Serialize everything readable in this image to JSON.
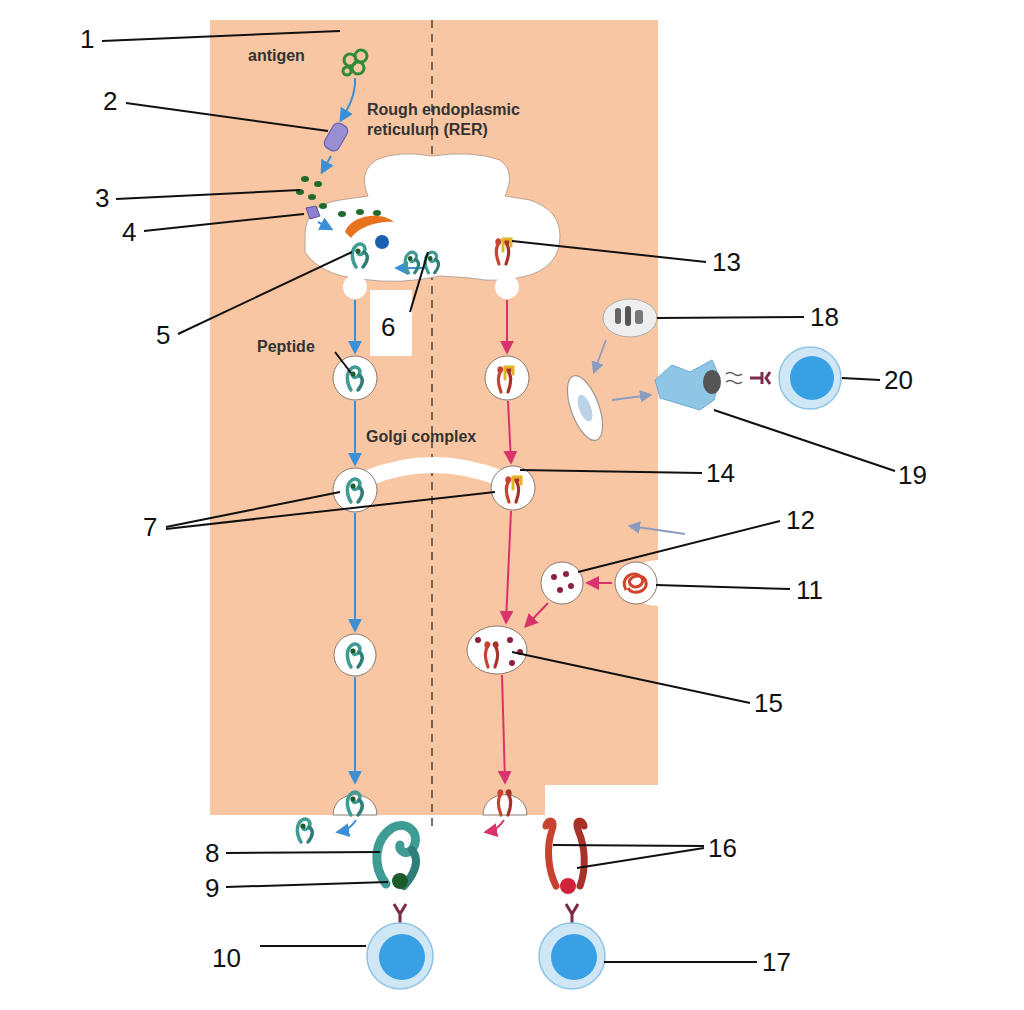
{
  "diagram": {
    "labels": [
      "1",
      "antigen",
      "2",
      "Rough endoplasmic reticulum (RER)",
      "3",
      "4",
      "13",
      "5",
      "6",
      "18",
      "Peptide",
      "20",
      "Golgi complex",
      "14",
      "19",
      "7",
      "12",
      "11",
      "15",
      "8",
      "16",
      "9",
      "10",
      "17"
    ]
  }
}
